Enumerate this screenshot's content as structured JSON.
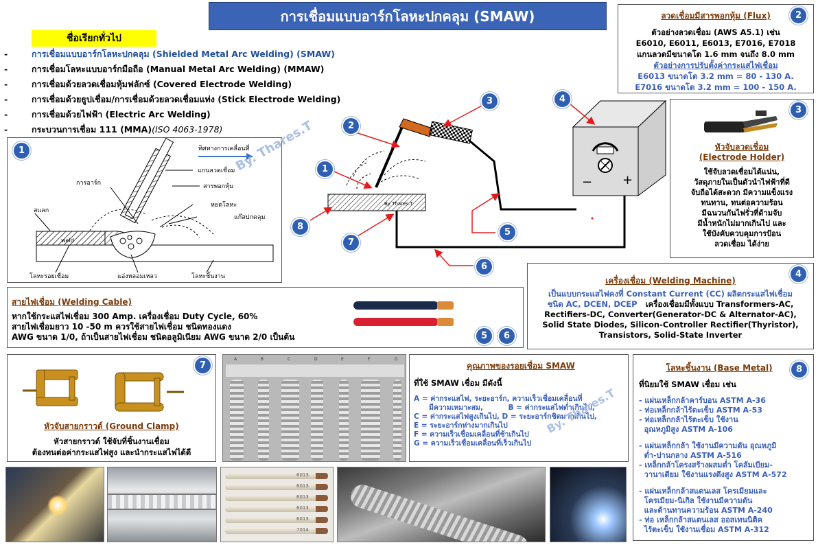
{
  "title": "การเชื่อมแบบอาร์กโลหะปกคลุม (SMAW)",
  "names": {
    "heading": "ชื่อเรียกทั่วไป",
    "items": [
      "การเชื่อมแบบอาร์กโลหะปกคลุม (Shielded Metal Arc Welding) (SMAW)",
      "การเชื่อมโลหะแบบอาร์กมือถือ (Manual Metal Arc Welding) (MMAW)",
      "การเชื่อมด้วยลวดเชื่อมหุ้มฟลักซ์ (Covered Electrode Welding)",
      "การเชื่อมด้วยธูปเชื่อม/การเชื่อมด้วยลวดเชื่อมแท่ง (Stick Electrode Welding)",
      "การเชื่อมด้วยไฟฟ้า (Electric Arc Welding)",
      "กระบวนการเชื่อม 111 (MMA)"
    ],
    "iso": "(ISO 4063-1978)"
  },
  "badges": [
    "1",
    "2",
    "3",
    "4",
    "5",
    "6",
    "7",
    "8"
  ],
  "arc_diagram": {
    "direction": "ทิศทางการเคลื่อนที่",
    "electrode_core": "แกนลวดเชื่อม",
    "arc": "การอาร์ก",
    "flux": "สารพอกหุ้ม",
    "slag": "สแลก",
    "droplet": "หยดโลหะ",
    "shield_gas": "แก๊สปกคลุม",
    "weld_metal": "โลหะรอยเชื่อม",
    "pool": "แอ่งหลอมเหลว",
    "base": "โลหะชิ้นงาน"
  },
  "watermark": "By. Thares.T",
  "flux": {
    "title": "ลวดเชื่อมมีสารพอกหุ้ม (Flux)",
    "l1": "ตัวอย่างลวดเชื่อม (AWS A5.1) เช่น",
    "l2": "E6010, E6011, E6013, E7016, E7018",
    "l3": "แกนลวดมีขนาดโต 1.6 mm จนถึง 8.0 mm",
    "l4": "ตัวอย่างการปรับตั้งค่ากระแสไฟเชื่อม",
    "l5": "E6013 ขนาดโต 3.2 mm = 80 - 130 A.",
    "l6": "E7016 ขนาดโต 3.2 mm = 100 - 150 A."
  },
  "holder": {
    "title1": "หัวจับลวดเชื่อม",
    "title2": "(Electrode Holder)",
    "lines": [
      "ใช้จับลวดเชื่อมได้แน่น,",
      "วัสดุภายในเป็นตัวนำไฟฟ้าที่ดี",
      "จับถือได้สะดวก มีความแข็งแรง",
      "ทนทาน, ทนต่อความร้อน",
      "มีฉนวนกันไฟรั่วที่ด้ามจับ",
      "มีน้ำหนักไม่มากเกินไป และ",
      "ใช้บังคับควบคุมการป้อน",
      "ลวดเชื่อม ได้ง่าย"
    ]
  },
  "machine": {
    "title": "เครื่องเชื่อม (Welding Machine)",
    "l1": "เป็นแบบกระแสไฟคงที่ Constant Current (CC) ผลิตกระแสไฟเชื่อม",
    "l2a": "ชนิด AC, DCEN, DCEP",
    "l2b": "เครื่องเชื่อมมีทั้งแบบ Transformers-AC,",
    "l3": "Rectifiers-DC, Converter(Generator-DC & Alternator-AC),",
    "l4": "Solid State Diodes, Silicon-Controller Rectifier(Thyristor),",
    "l5": "Transistors, Solid-State Inverter",
    "minus": "−",
    "plus": "+"
  },
  "cable": {
    "title": "สายไฟเชื่อม (Welding Cable)",
    "l1": "หากใช้กระแสไฟเชื่อม 300 Amp. เครื่องเชื่อม Duty Cycle, 60%",
    "l2": "สายไฟเชื่อมยาว 10 -50 m ควรใช้สายไฟเชื่อม ชนิดทองแดง",
    "l3": "AWG ขนาด 1/0, ถ้าเป็นสายไฟเชื่อม ชนิดอลูมิเนียม AWG ขนาด 2/0 เป็นต้น"
  },
  "clamp": {
    "title": "หัวจับสายกราวด์ (Ground Clamp)",
    "l1": "หัวสายกราวด์ ใช้จับที่ชิ้นงานเชื่อม",
    "l2": "ต้องทนต่อค่ากระแสไฟสูง และนำกระแสไฟได้ดี"
  },
  "beads": {
    "letters": [
      "A",
      "B",
      "C",
      "D",
      "E",
      "F",
      "G"
    ]
  },
  "quality": {
    "title": "คุณภาพของรอยเชื่อม SMAW",
    "sub": "ที่ใช้ SMAW เชื่อม มีดังนี้",
    "a1": "A = ค่ากระแสไฟ, ระยะอาร์ก, ความเร็วเชื่อมเคลื่อนที่",
    "a2": "มีความเหมาะสม,          B = ค่ากระแสไฟต่ำเกินไป,",
    "c": "C = ค่ากระแสไฟสูงเกินไป,   D = ระยะอาร์กชิดมากเกินไป,",
    "e": "E = ระยะอาร์กห่างมากเกินไป",
    "f": "F = ความเร็วเชื่อมเคลื่อนที่ช้าเกินไป",
    "g": "G = ความเร็วเชื่อมเคลื่อนที่เร็วเกินไป"
  },
  "base": {
    "title": "โลหะชิ้นงาน (Base Metal)",
    "sub": "ที่นิยมใช้ SMAW เชื่อม เช่น",
    "items": [
      "- แผ่นเหล็กกล้าคาร์บอน ASTM A-36",
      "- ท่อเหล็กกล้าไร้ตะเข็บ ASTM A-53",
      "- ท่อเหล็กกล้าไร้ตะเข็บ ใช้งาน",
      "  อุณหภูมิสูง ASTM A-106",
      "- แผ่นเหล็กกล้า ใช้งานมีความดัน อุณหภูมิ",
      "  ต่ำ-ปานกลาง ASTM A-516",
      "- เหล็กกล้าโครงสร้างผสมต่ำ โคลัมเบียม-",
      "  วานาเดียม ใช้งานแรงดึงสูง ASTM A-572",
      "- แผ่นเหล็กกล้าสแตนเลส โครเมียมและ",
      "  โครเมียม-นิเกิล ใช้งานมีความดัน",
      "  และต้านทานความร้อน ASTM A-240",
      "- ท่อ เหล็กกล้าสแตนเลส ออสเทนนิติค",
      "  ไร้ตะเข็บ ใช้งานเชื่อม ASTM A-312"
    ]
  },
  "rods": {
    "labels": [
      "6013",
      "6013",
      "6013",
      "6013",
      "6013",
      "7014"
    ]
  }
}
